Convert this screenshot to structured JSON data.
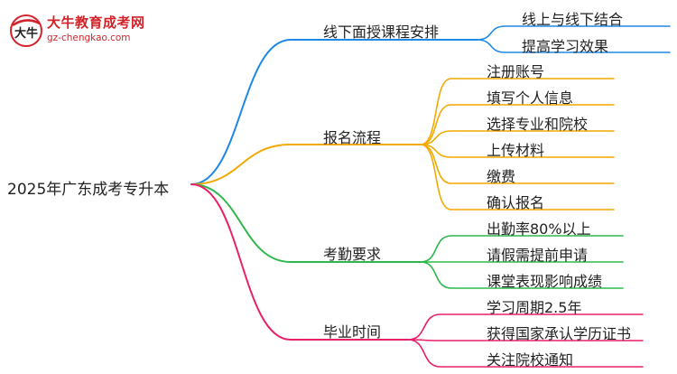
{
  "logo": {
    "title": "大牛教育成考网",
    "url": "gz-chengkao.com",
    "glyph": "大牛"
  },
  "root": "2025年广东成考专升本",
  "branches": [
    {
      "label": "线下面授课程安排",
      "color": "#1e88e5",
      "children": [
        "线上与线下结合",
        "提高学习效果"
      ]
    },
    {
      "label": "报名流程",
      "color": "#f2a900",
      "children": [
        "注册账号",
        "填写个人信息",
        "选择专业和院校",
        "上传材料",
        "缴费",
        "确认报名"
      ]
    },
    {
      "label": "考勤要求",
      "color": "#2eb84b",
      "children": [
        "出勤率80%以上",
        "请假需提前申请",
        "课堂表现影响成绩"
      ]
    },
    {
      "label": "毕业时间",
      "color": "#e8206a",
      "children": [
        "学习周期2.5年",
        "获得国家承认学历证书",
        "关注院校通知"
      ]
    }
  ]
}
